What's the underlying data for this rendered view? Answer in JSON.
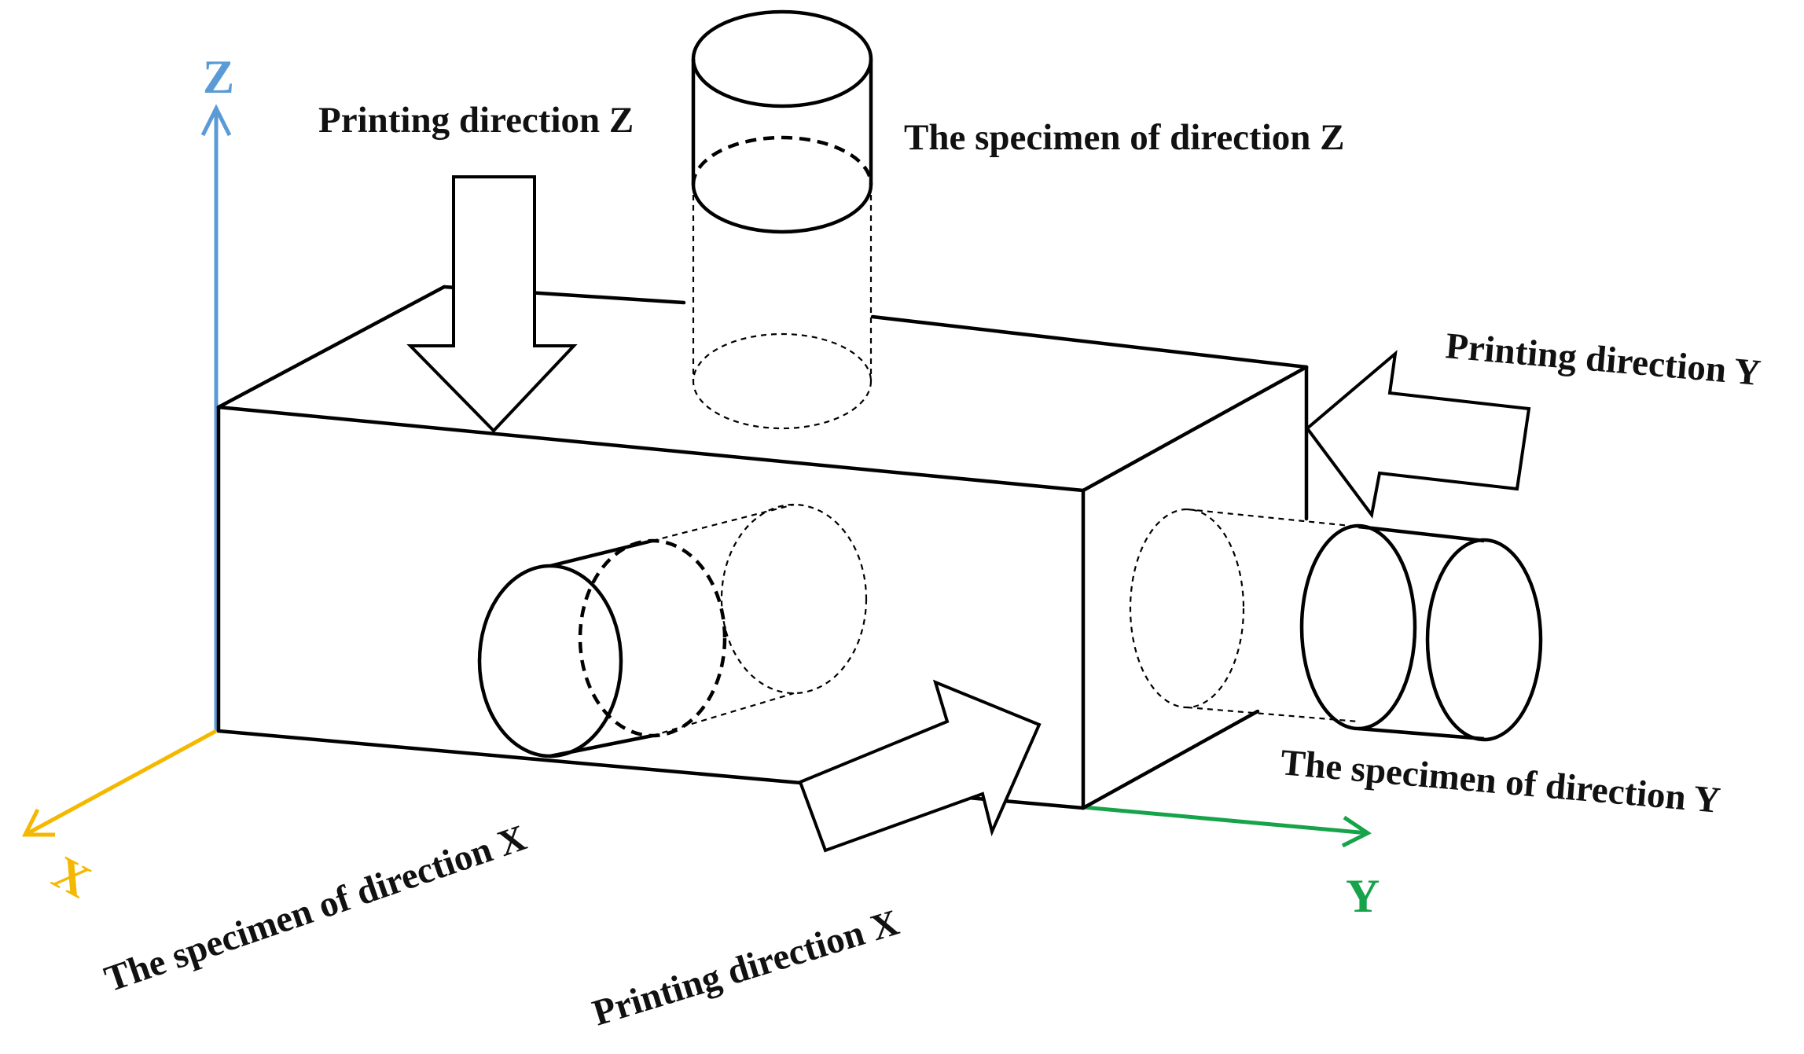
{
  "axes": {
    "z": {
      "label": "Z",
      "color": "#5b9bd5"
    },
    "x": {
      "label": "X",
      "color": "#f5b800"
    },
    "y": {
      "label": "Y",
      "color": "#16a34a"
    }
  },
  "labels": {
    "printing_z": "Printing direction Z",
    "specimen_z": "The specimen of direction Z",
    "printing_y": "Printing direction Y",
    "specimen_y": "The specimen of direction Y",
    "specimen_x": "The specimen of direction X",
    "printing_x": "Printing direction X"
  }
}
